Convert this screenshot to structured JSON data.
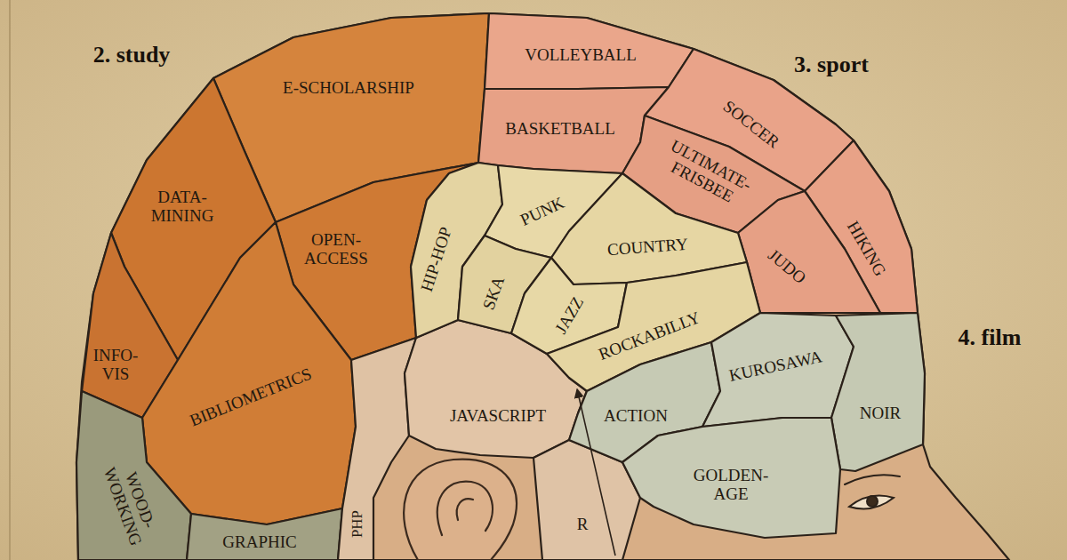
{
  "diagram": {
    "nodes": [
      {
        "text": [
          "E-SCHOLARSHIP"
        ]
      },
      {
        "text": [
          "VOLLEYBALL"
        ]
      },
      {
        "text": [
          "BASKETBALL"
        ]
      },
      {
        "text": [
          "SOCCER"
        ]
      },
      {
        "text": [
          "ULTIMATE- FRISBEE"
        ]
      },
      {
        "text": [
          "DATA- MINING"
        ]
      },
      {
        "text": [
          "PUNK"
        ]
      },
      {
        "text": [
          "OPEN- ACCESS"
        ]
      },
      {
        "text": [
          "COUNTRY"
        ]
      },
      {
        "text": [
          "HIKING"
        ]
      },
      {
        "text": [
          "HIP-HOP"
        ]
      },
      {
        "text": [
          "JUDO"
        ]
      },
      {
        "text": [
          "SKA"
        ]
      },
      {
        "text": [
          "JAZZ"
        ]
      },
      {
        "text": [
          "ROCKABILLY"
        ]
      },
      {
        "text": [
          "INFO- VIS"
        ]
      },
      {
        "text": [
          "KUROSAWA"
        ]
      },
      {
        "text": [
          "BIBLIOMETRICS"
        ]
      },
      {
        "text": [
          "NOIR"
        ]
      },
      {
        "text": [
          "JAVASCRIPT"
        ]
      },
      {
        "text": [
          "ACTION"
        ]
      },
      {
        "text": [
          "GOLDEN- AGE"
        ]
      },
      {
        "text": [
          "WOOD- WORKING"
        ]
      },
      {
        "text": [
          "PHP"
        ]
      },
      {
        "text": [
          "R"
        ]
      },
      {
        "text": [
          "GRAPHIC"
        ]
      }
    ],
    "labels": [
      "2. study",
      "3. sport",
      "4. film"
    ]
  }
}
